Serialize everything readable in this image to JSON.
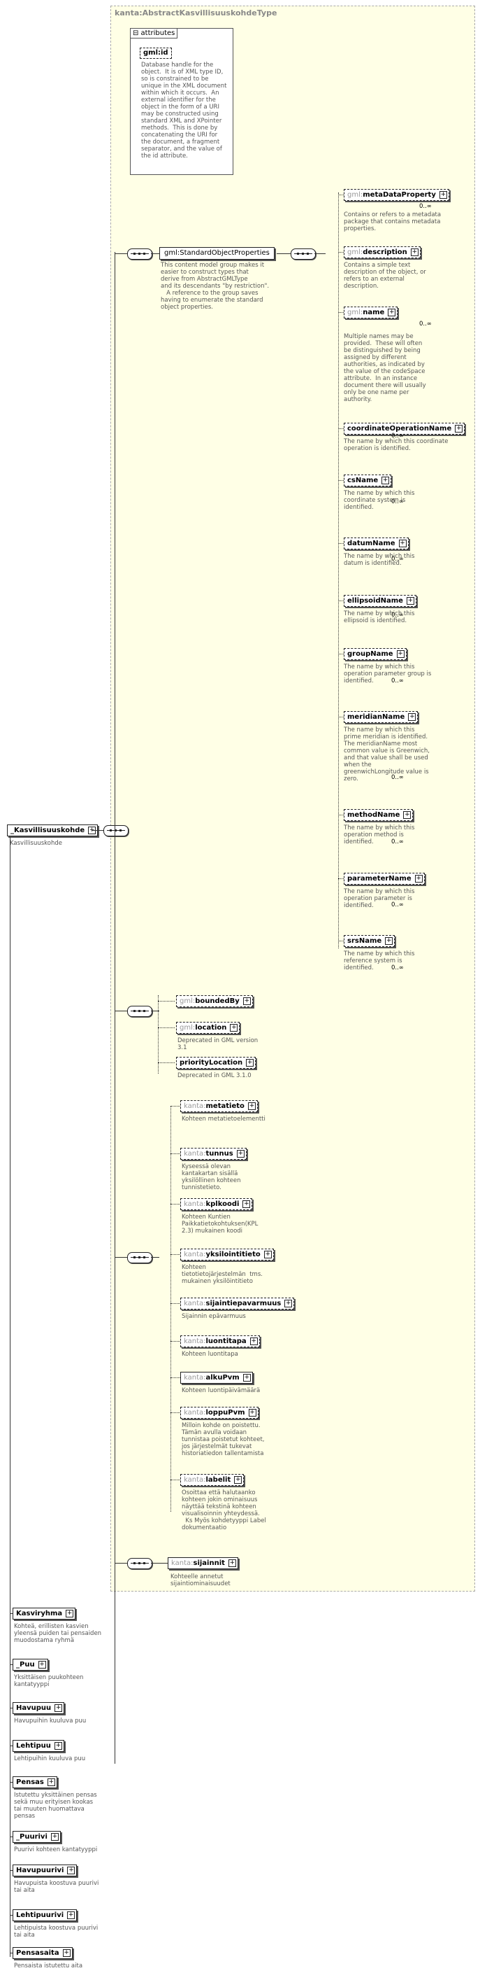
{
  "root": {
    "name": "_Kasvillisuuskohde",
    "desc": "Kasvillisuuskohde"
  },
  "abstract_type": {
    "title": "kanta:AbstractKasvillisuuskohdeType",
    "attributes_label": "attributes",
    "gmlid": {
      "name": "gml:id",
      "desc": [
        "Database handle for the",
        "object.  It is of XML type ID,",
        "so is constrained to be",
        "unique in the XML document",
        "within which it occurs.  An",
        "external identifier for the",
        "object in the form of a URI",
        "may be constructed using",
        "standard XML and XPointer",
        "methods.  This is done by",
        "concatenating the URI for",
        "the document, a fragment",
        "separator, and the value of",
        "the id attribute."
      ]
    }
  },
  "standard_group": {
    "name": "gml:StandardObjectProperties",
    "desc": [
      "This content model group makes it",
      "easier to construct types that",
      "derive from AbstractGMLType",
      "and its descendants \"by restriction\".",
      "   A reference to the group saves",
      "having to enumerate the standard",
      "object properties."
    ]
  },
  "standard_children": [
    {
      "pfx": "gml:",
      "name": "metaDataProperty",
      "card": "0..∞",
      "desc": [
        "Contains or refers to a metadata",
        "package that contains metadata",
        "properties."
      ]
    },
    {
      "pfx": "gml:",
      "name": "description",
      "card": "",
      "desc": [
        "Contains a simple text",
        "description of the object, or",
        "refers to an external",
        "description."
      ]
    },
    {
      "pfx": "gml:",
      "name": "name",
      "card": "0..∞",
      "desc": [
        "Multiple names may be",
        "provided.  These will often",
        "be distinguished by being",
        "assigned by different",
        "authorities, as indicated by",
        "the value of the codeSpace",
        "attribute.  In an instance",
        "document there will usually",
        "only be one name per",
        "authority."
      ]
    },
    {
      "pfx": "",
      "name": "coordinateOperationName",
      "card": "",
      "desc": [
        "The name by which this coordinate",
        "operation is identified."
      ]
    },
    {
      "pfx": "",
      "name": "csName",
      "card": "",
      "desc": [
        "The name by which this",
        "coordinate system is",
        "identified."
      ]
    },
    {
      "pfx": "",
      "name": "datumName",
      "card": "",
      "desc": [
        "The name by which this",
        "datum is identified."
      ]
    },
    {
      "pfx": "",
      "name": "ellipsoidName",
      "card": "",
      "desc": [
        "The name by which this",
        "ellipsoid is identified."
      ]
    },
    {
      "pfx": "",
      "name": "groupName",
      "card": "",
      "desc": [
        "The name by which this",
        "operation parameter group is",
        "identified."
      ]
    },
    {
      "pfx": "",
      "name": "meridianName",
      "card": "",
      "desc": [
        "The name by which this",
        "prime meridian is identified.",
        "The meridianName most",
        "common value is Greenwich,",
        "and that value shall be used",
        "when the",
        "greenwichLongitude value is",
        "zero."
      ]
    },
    {
      "pfx": "",
      "name": "methodName",
      "card": "",
      "desc": [
        "The name by which this",
        "operation method is",
        "identified."
      ]
    },
    {
      "pfx": "",
      "name": "parameterName",
      "card": "",
      "desc": [
        "The name by which this",
        "operation parameter is",
        "identified."
      ]
    },
    {
      "pfx": "",
      "name": "srsName",
      "card": "",
      "desc": [
        "The name by which this",
        "reference system is",
        "identified."
      ]
    }
  ],
  "inline_cards": [
    "0..∞",
    "0..∞",
    "0..∞",
    "0..∞",
    "0..∞",
    "0..∞",
    "0..∞",
    "0..∞",
    "0..∞"
  ],
  "bounded": [
    {
      "pfx": "gml:",
      "name": "boundedBy",
      "desc": []
    },
    {
      "pfx": "gml:",
      "name": "location",
      "desc": [
        "Deprecated in GML version",
        "3.1"
      ]
    },
    {
      "pfx": "",
      "name": "priorityLocation",
      "desc": [
        "Deprecated in GML 3.1.0"
      ]
    }
  ],
  "kanta_children": [
    {
      "pfx": "kanta:",
      "name": "metatieto",
      "desc": [
        "Kohteen metatietoelementti"
      ]
    },
    {
      "pfx": "kanta:",
      "name": "tunnus",
      "desc": [
        "Kyseessä olevan",
        "kantakartan sisällä",
        "yksilöllinen kohteen",
        "tunnistetieto."
      ]
    },
    {
      "pfx": "kanta:",
      "name": "kplkoodi",
      "desc": [
        "Kohteen Kuntien",
        "Paikkatietokohtuksen(KPL",
        "2.3) mukainen koodi"
      ]
    },
    {
      "pfx": "kanta:",
      "name": "yksilointitieto",
      "desc": [
        "Kohteen",
        "tietotietojärjestelmän  tms.",
        "mukainen yksilöintitieto"
      ]
    },
    {
      "pfx": "kanta:",
      "name": "sijaintiepavarmuus",
      "desc": [
        "Sijainnin epävarmuus"
      ]
    },
    {
      "pfx": "kanta:",
      "name": "luontitapa",
      "desc": [
        "Kohteen luontitapa"
      ]
    },
    {
      "pfx": "kanta:",
      "name": "alkuPvm",
      "desc": [
        "Kohteen luontipäivämäärä"
      ]
    },
    {
      "pfx": "kanta:",
      "name": "loppuPvm",
      "desc": [
        "Milloin kohde on poistettu.",
        "Tämän avulla voidaan",
        "tunnistaa poistetut kohteet,",
        "jos järjestelmät tukevat",
        "historiatiedon tallentamista"
      ]
    },
    {
      "pfx": "kanta:",
      "name": "labelit",
      "desc": [
        "Osoittaa että halutaanko",
        "kohteen jokin ominaisuus",
        "näyttää tekstinä kohteen",
        "visualisoinnin yhteydessä.",
        "  Ks Myös kohdetyyppi Label",
        "dokumentaatio"
      ]
    }
  ],
  "sijainnit": {
    "pfx": "kanta:",
    "name": "sijainnit",
    "desc": [
      "Kohteelle annetut",
      "sijaintiominaisuudet"
    ]
  },
  "substitutes": [
    {
      "name": "Kasviryhma",
      "desc": [
        "Kohteä, erillisten kasvien",
        "yleensä puiden tai pensaiden",
        "muodostama ryhmä"
      ]
    },
    {
      "name": "_Puu",
      "desc": [
        "Yksittäisen puukohteen",
        "kantatyyppi"
      ]
    },
    {
      "name": "Havupuu",
      "desc": [
        "Havupuihin kuuluva puu"
      ]
    },
    {
      "name": "Lehtipuu",
      "desc": [
        "Lehtipuihin kuuluva puu"
      ]
    },
    {
      "name": "Pensas",
      "desc": [
        "Istutettu yksittäinen pensas",
        "sekä muu erityisen kookas",
        "tai muuten huomattava",
        "pensas"
      ]
    },
    {
      "name": "_Puurivi",
      "desc": [
        "Puurivi kohteen kantatyyppi"
      ]
    },
    {
      "name": "Havupuurivi",
      "desc": [
        "Havupuista koostuva puurivi",
        "tai aita"
      ]
    },
    {
      "name": "Lehtipuurivi",
      "desc": [
        "Lehtipuista koostuva puurivi",
        "tai aita"
      ]
    },
    {
      "name": "Pensasaita",
      "desc": [
        "Pensaista istutettu aita"
      ]
    }
  ]
}
